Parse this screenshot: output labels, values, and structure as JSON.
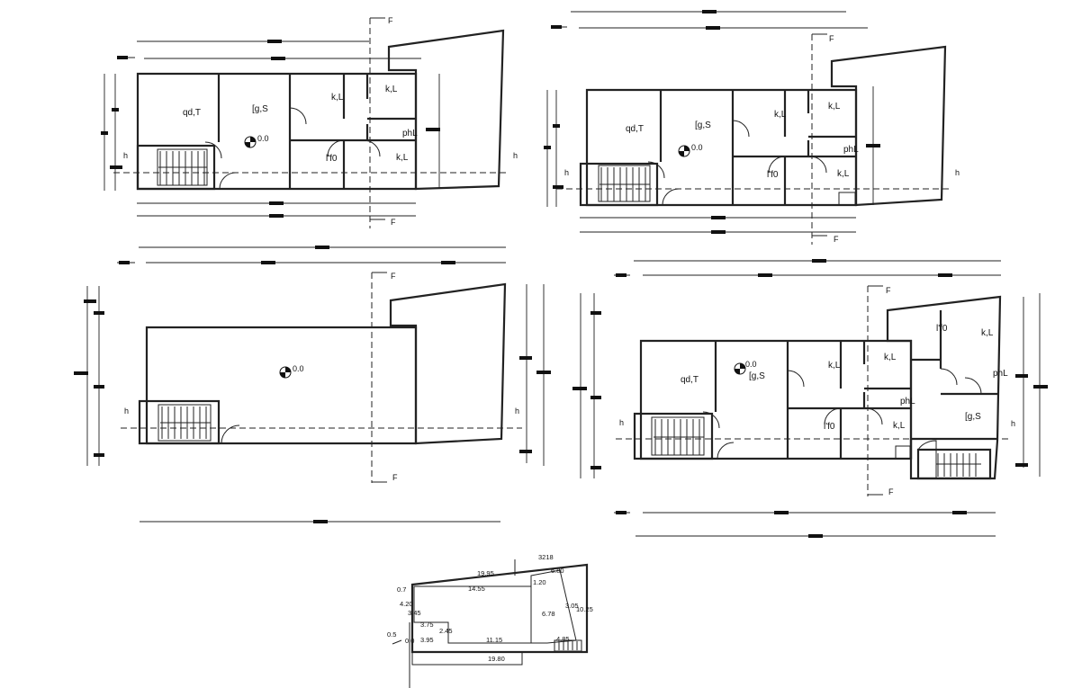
{
  "colors": {
    "line": "#222222",
    "background": "#ffffff",
    "ink": "#111111"
  },
  "section_marker": "F",
  "level_marker": "h",
  "level_value": "0.0",
  "plans": [
    {
      "rooms": [
        "qd,T",
        "[g,S",
        "k,L",
        "k,L",
        "phL",
        "l'f0",
        "k,L"
      ]
    },
    {
      "rooms": [
        "qd,T",
        "[g,S",
        "k,L",
        "k,L",
        "phL",
        "l'f0",
        "k,L"
      ]
    },
    {
      "rooms": []
    },
    {
      "rooms": [
        "qd,T",
        "[g,S",
        "k,L",
        "k,L",
        "phL",
        "l'f0",
        "k,L",
        "l'f0",
        "k,L",
        "phL",
        "[g,S"
      ]
    }
  ],
  "site_plan": {
    "measurements": [
      "3218",
      "19.95",
      "6.80",
      "14.55",
      "1.20",
      "0.7",
      "4.20",
      "3.45",
      "6.78",
      "3.05",
      "10.25",
      "3.75",
      "2.45",
      "0.5",
      "3.95",
      "11.15",
      "4.85",
      "19.80",
      "0.0"
    ]
  }
}
